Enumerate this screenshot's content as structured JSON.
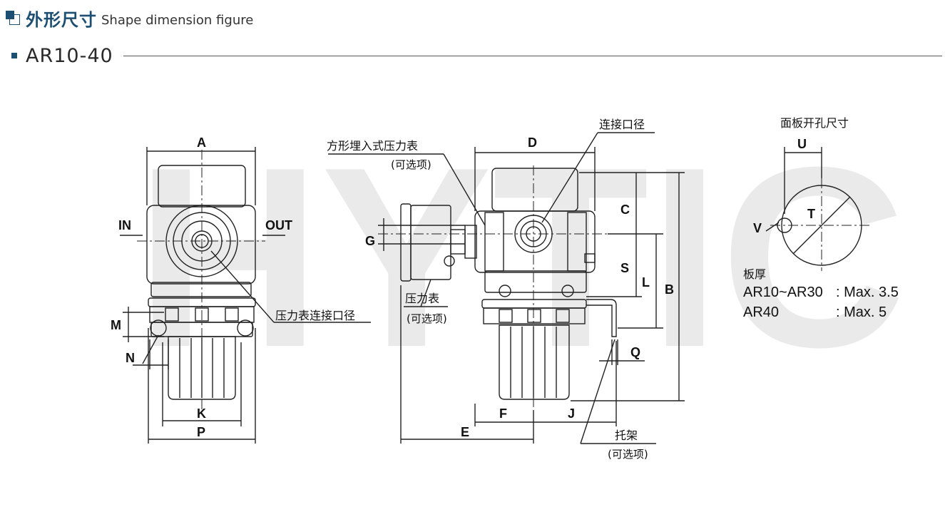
{
  "header": {
    "title_cn": "外形尺寸",
    "title_en": "Shape dimension figure"
  },
  "section": {
    "model": "AR10-40"
  },
  "watermark": "HYTIC",
  "front_view": {
    "label_A": "A",
    "label_K": "K",
    "label_P": "P",
    "label_M": "M",
    "label_N": "N",
    "port_in": "IN",
    "port_out": "OUT",
    "gauge_port": "压力表连接口径"
  },
  "side_view": {
    "label_D": "D",
    "label_C": "C",
    "label_S": "S",
    "label_L": "L",
    "label_B": "B",
    "label_G": "G",
    "label_Q": "Q",
    "label_E": "E",
    "label_F": "F",
    "label_J": "J",
    "square_gauge": "方形埋入式压力表",
    "optional_1": "(可选项)",
    "port_size": "连接口径",
    "gauge": "压力表",
    "optional_2": "(可选项)",
    "bracket": "托架",
    "optional_3": "(可选项)"
  },
  "panel": {
    "title": "面板开孔尺寸",
    "label_U": "U",
    "label_V": "V",
    "label_T": "T",
    "thickness_title": "板厚",
    "rows": [
      {
        "model": "AR10~AR30",
        "value": ": Max. 3.5"
      },
      {
        "model": "AR40",
        "value": ": Max. 5"
      }
    ]
  },
  "colors": {
    "accent": "#1d4f73",
    "line": "#222222"
  }
}
